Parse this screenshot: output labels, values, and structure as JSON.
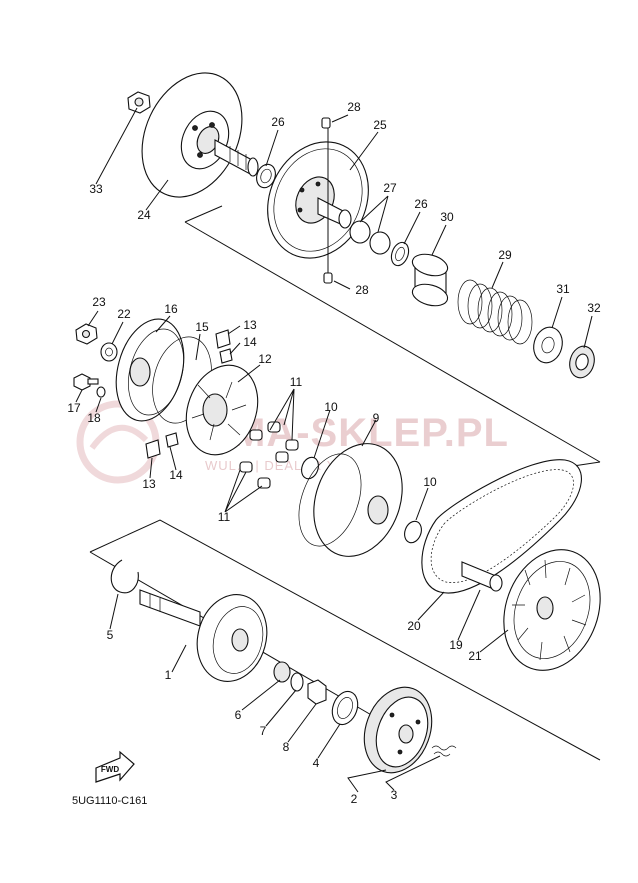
{
  "diagram": {
    "code": "5UG1110-C161",
    "fwd_label": "FWD",
    "watermark": {
      "main": "MA-SKLEP.PL",
      "sub": "WUL... | DEALER YAMA..."
    },
    "callouts": [
      {
        "id": "33",
        "label": "33"
      },
      {
        "id": "24",
        "label": "24"
      },
      {
        "id": "26a",
        "label": "26"
      },
      {
        "id": "28a",
        "label": "28"
      },
      {
        "id": "25",
        "label": "25"
      },
      {
        "id": "27",
        "label": "27"
      },
      {
        "id": "26b",
        "label": "26"
      },
      {
        "id": "30",
        "label": "30"
      },
      {
        "id": "29",
        "label": "29"
      },
      {
        "id": "28b",
        "label": "28"
      },
      {
        "id": "31",
        "label": "31"
      },
      {
        "id": "32",
        "label": "32"
      },
      {
        "id": "23",
        "label": "23"
      },
      {
        "id": "22",
        "label": "22"
      },
      {
        "id": "16",
        "label": "16"
      },
      {
        "id": "15",
        "label": "15"
      },
      {
        "id": "13a",
        "label": "13"
      },
      {
        "id": "14a",
        "label": "14"
      },
      {
        "id": "12",
        "label": "12"
      },
      {
        "id": "11a",
        "label": "11"
      },
      {
        "id": "10a",
        "label": "10"
      },
      {
        "id": "9",
        "label": "9"
      },
      {
        "id": "17",
        "label": "17"
      },
      {
        "id": "18",
        "label": "18"
      },
      {
        "id": "13b",
        "label": "13"
      },
      {
        "id": "14b",
        "label": "14"
      },
      {
        "id": "11b",
        "label": "11"
      },
      {
        "id": "10b",
        "label": "10"
      },
      {
        "id": "5",
        "label": "5"
      },
      {
        "id": "1",
        "label": "1"
      },
      {
        "id": "20",
        "label": "20"
      },
      {
        "id": "19",
        "label": "19"
      },
      {
        "id": "21",
        "label": "21"
      },
      {
        "id": "6",
        "label": "6"
      },
      {
        "id": "7",
        "label": "7"
      },
      {
        "id": "8",
        "label": "8"
      },
      {
        "id": "4",
        "label": "4"
      },
      {
        "id": "2",
        "label": "2"
      },
      {
        "id": "3",
        "label": "3"
      }
    ]
  }
}
